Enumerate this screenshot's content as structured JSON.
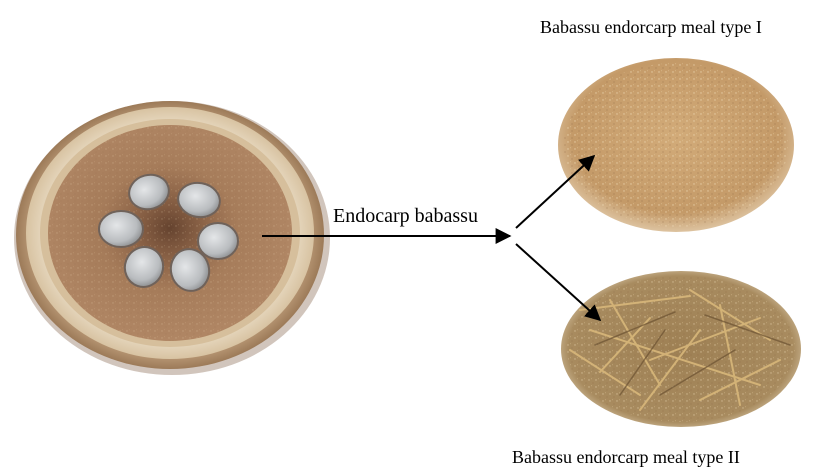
{
  "labels": {
    "meal_type_1": "Babassu endorcarp meal type I",
    "endocarp": "Endocarp babassu",
    "meal_type_2": "Babassu endorcarp meal type II"
  },
  "colors": {
    "shell_outer": "#c4a27d",
    "shell_ring_light": "#e9dcc5",
    "endocarp_body": "#a47a58",
    "almond": "#c9ccce",
    "meal_fine": "#c8a06e",
    "meal_fibrous": "#a78a5e",
    "arrow": "#000000"
  }
}
